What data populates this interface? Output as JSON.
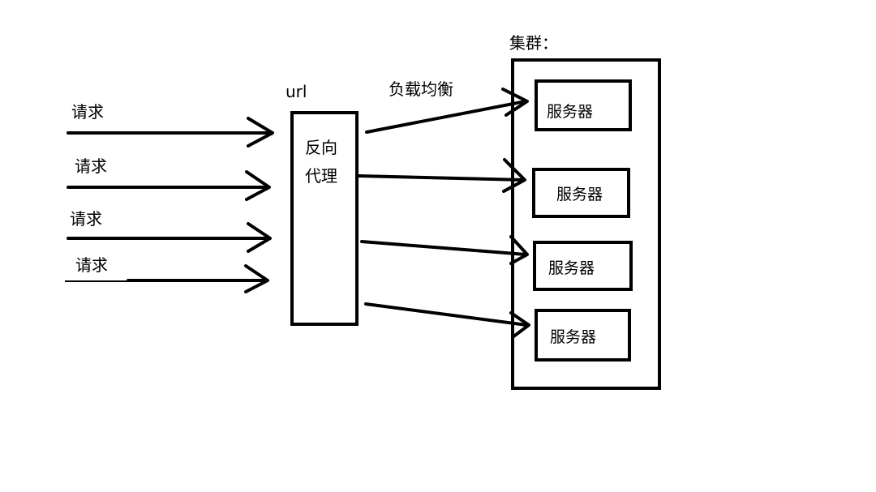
{
  "requests": [
    "请求",
    "请求",
    "请求",
    "请求"
  ],
  "url_label": "url",
  "proxy": {
    "line1": "反向",
    "line2": "代理"
  },
  "load_balance_label": "负载均衡",
  "cluster_label": "集群：",
  "servers": [
    "服务器",
    "服务器",
    "服务器",
    "服务器"
  ]
}
